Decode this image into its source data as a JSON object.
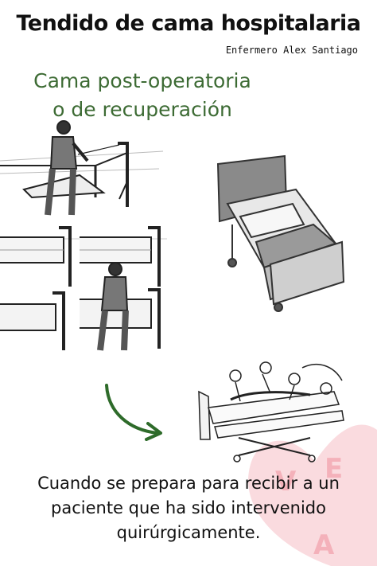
{
  "header": {
    "title": "Tendido de cama hospitalaria",
    "author": "Enfermero Alex Santiago"
  },
  "subtitle": {
    "line1": "Cama post-operatoria",
    "line2": "o de recuperación"
  },
  "caption": {
    "line1": "Cuando se prepara para recibir a un",
    "line2": "paciente que ha sido intervenido",
    "line3": "quirúrgicamente."
  },
  "colors": {
    "title": "#111111",
    "subtitle": "#3d6b34",
    "arrow": "#2e6b2a",
    "watermark": "#e53950"
  }
}
